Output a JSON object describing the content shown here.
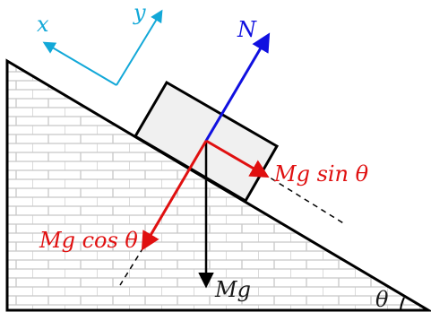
{
  "diagram": {
    "axes": {
      "x_label": "x",
      "y_label": "y",
      "color": "#12a8d8"
    },
    "forces": {
      "normal": {
        "label": "N",
        "color": "#1010e0"
      },
      "weight": {
        "label": "Mg",
        "color": "#000000"
      },
      "parallel": {
        "label": "Mg sin θ",
        "color": "#e01010"
      },
      "perpendicular": {
        "label": "Mg cos θ",
        "color": "#e01010"
      }
    },
    "angle_label": "θ",
    "colors": {
      "block_fill": "#f0f0f0",
      "brick_lines": "#c8c8c8",
      "outline": "#000000"
    }
  }
}
